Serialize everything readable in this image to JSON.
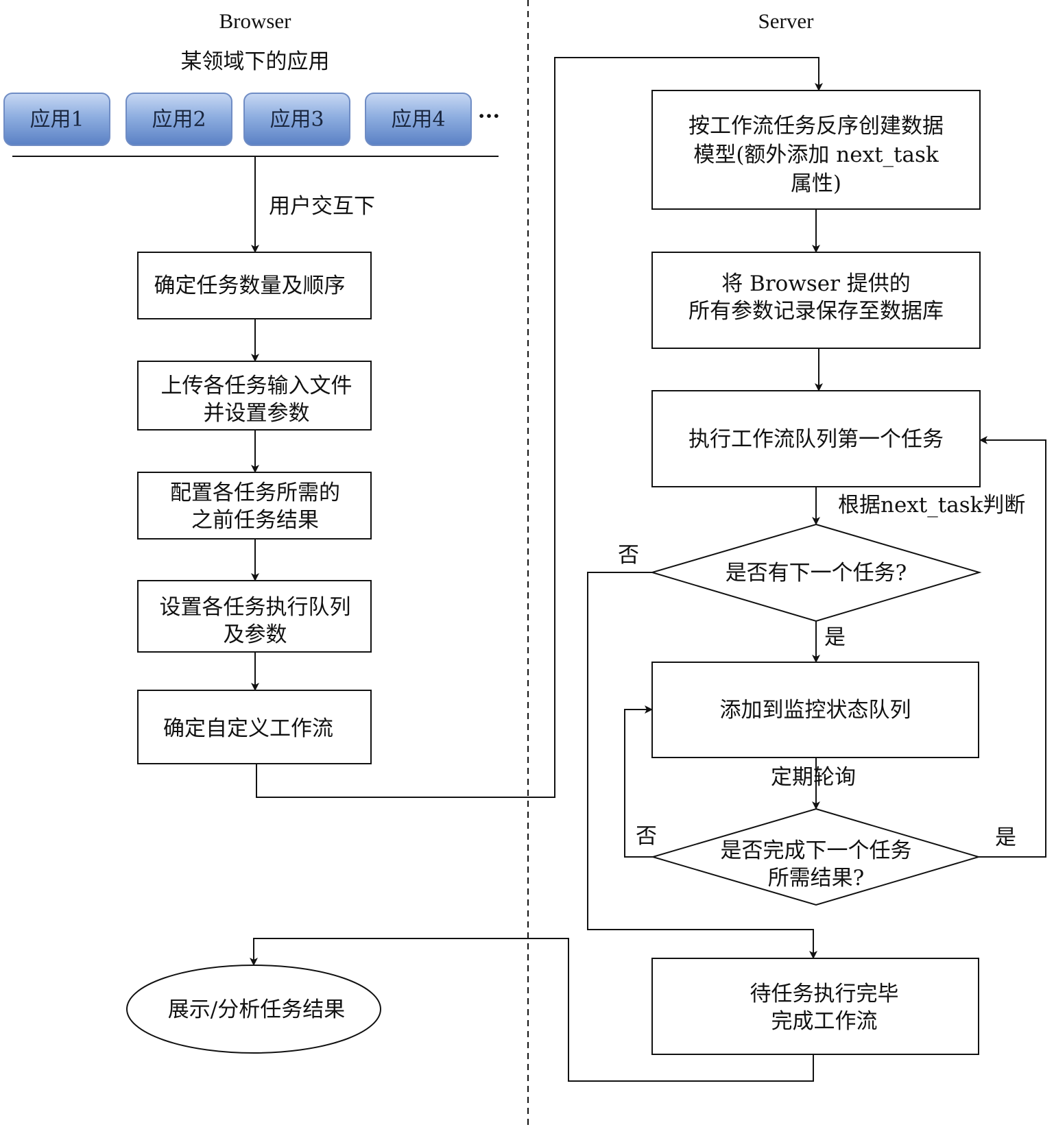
{
  "headers": {
    "browser": "Browser",
    "server": "Server"
  },
  "browser": {
    "domain_label": "某领域下的应用",
    "apps": [
      "应用1",
      "应用2",
      "应用3",
      "应用4"
    ],
    "more": "···",
    "interaction_label": "用户交互下",
    "steps": [
      [
        "确定任务数量及顺序"
      ],
      [
        "上传各任务输入文件",
        "并设置参数"
      ],
      [
        "配置各任务所需的",
        "之前任务结果"
      ],
      [
        "设置各任务执行队列",
        "及参数"
      ],
      [
        "确定自定义工作流"
      ]
    ],
    "result": "展示/分析任务结果"
  },
  "server": {
    "create_model": [
      "按工作流任务反序创建数据",
      "模型(额外添加 next_task",
      "属性)"
    ],
    "save_params": [
      "将 Browser 提供的",
      "所有参数记录保存至数据库"
    ],
    "run_first": [
      "执行工作流队列第一个任务"
    ],
    "judge_label": "根据next_task判断",
    "has_next": [
      "是否有下一个任务?"
    ],
    "add_monitor": [
      "添加到监控状态队列"
    ],
    "poll_label": "定期轮询",
    "done_check": [
      "是否完成下一个任务",
      "所需结果?"
    ],
    "finish": [
      "待任务执行完毕",
      "完成工作流"
    ],
    "yes": "是",
    "no": "否"
  },
  "colors": {
    "app_top": "#b9cdef",
    "app_bottom": "#5f86c9",
    "line": "#111111"
  }
}
